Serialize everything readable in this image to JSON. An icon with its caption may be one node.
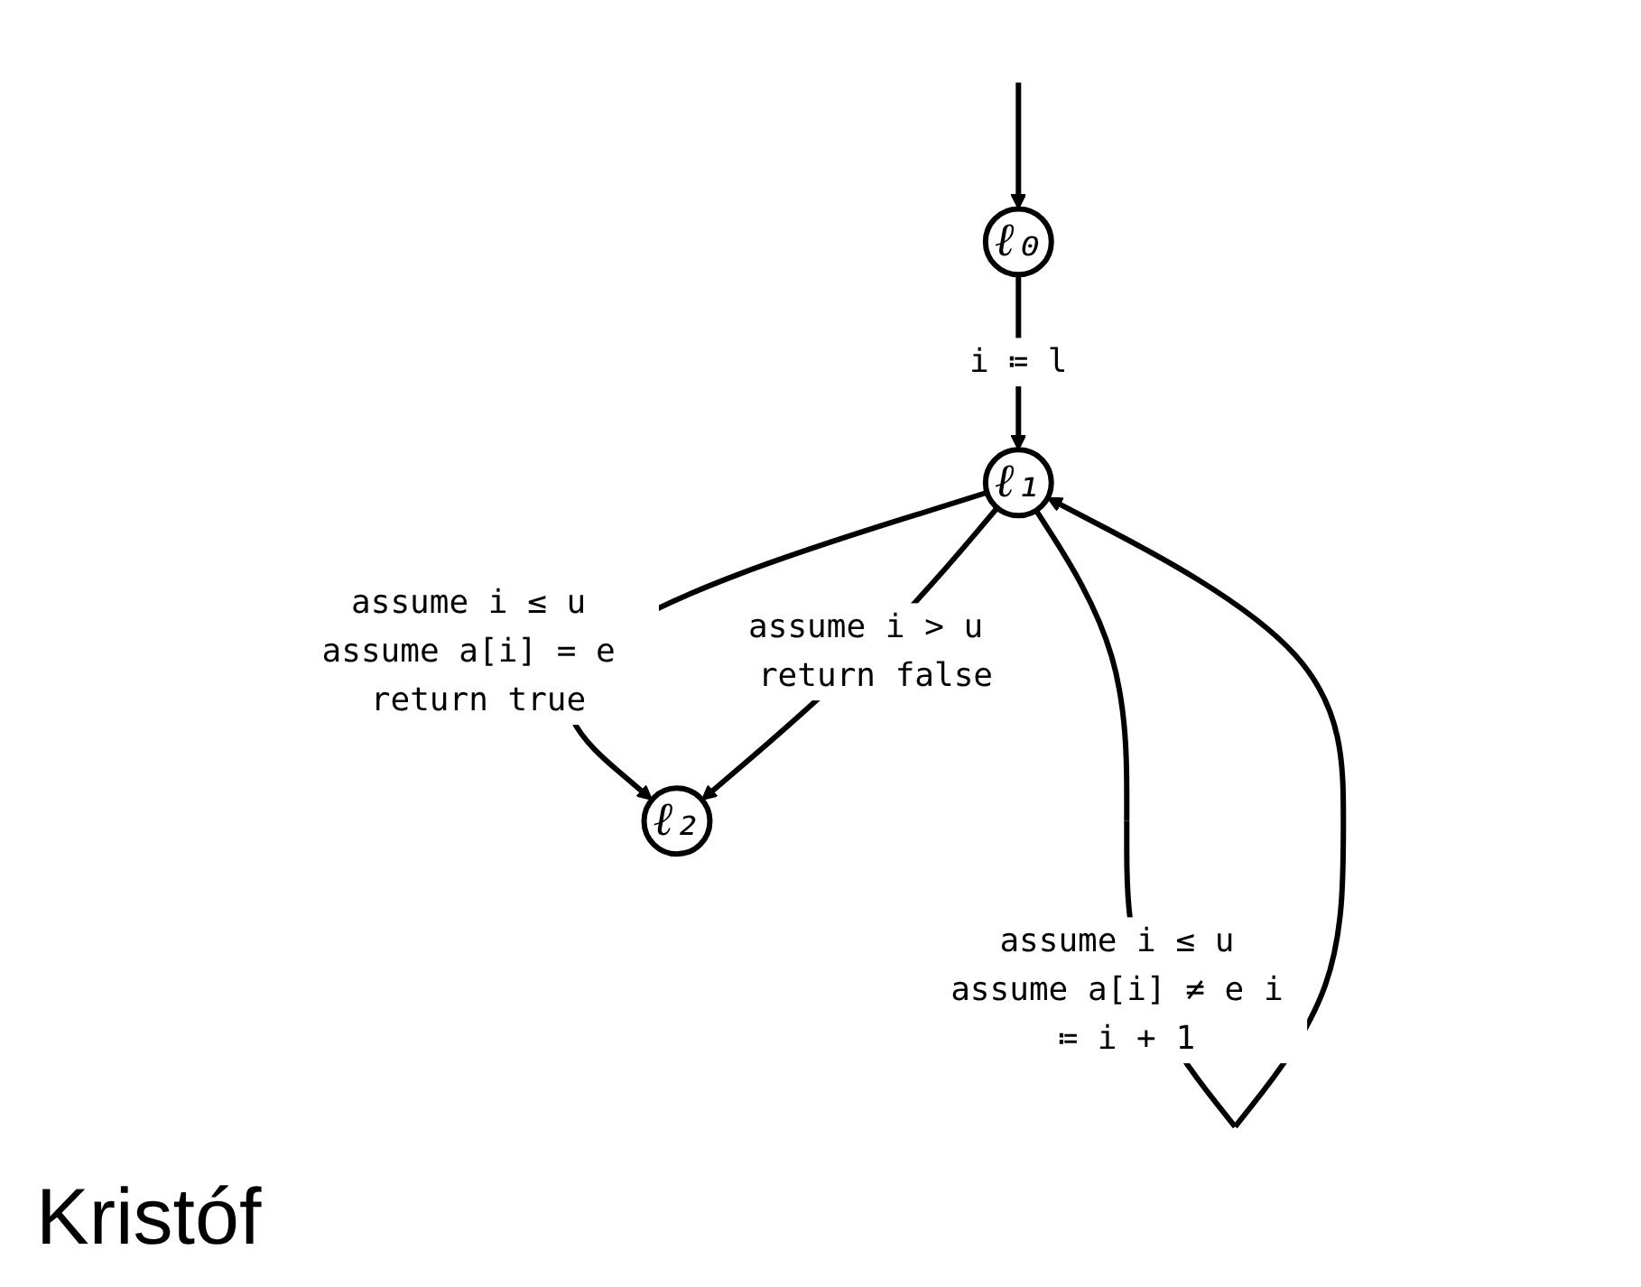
{
  "diagram": {
    "nodes": [
      {
        "text": [
          "ℓ₀"
        ]
      },
      {
        "text": [
          "ℓ₁"
        ]
      },
      {
        "text": [
          "ℓ₂"
        ]
      }
    ],
    "edges": [
      {
        "from": null,
        "to": 0,
        "arrow": "to"
      },
      {
        "from": 0,
        "to": 1,
        "arrow": "to",
        "label": "i ≔ l"
      },
      {
        "from": 1,
        "to": 1,
        "arrow": "to",
        "label": "assume i ≤ u assume a[i] ≠ e i ≔ i + 1"
      },
      {
        "from": 1,
        "to": 2,
        "arrow": "to",
        "label": "assume i ≤ u assume a[i] = e return true"
      },
      {
        "from": 1,
        "to": 2,
        "arrow": "to",
        "label": "assume i > u return false"
      }
    ],
    "labels": [
      "Kristóf"
    ]
  }
}
